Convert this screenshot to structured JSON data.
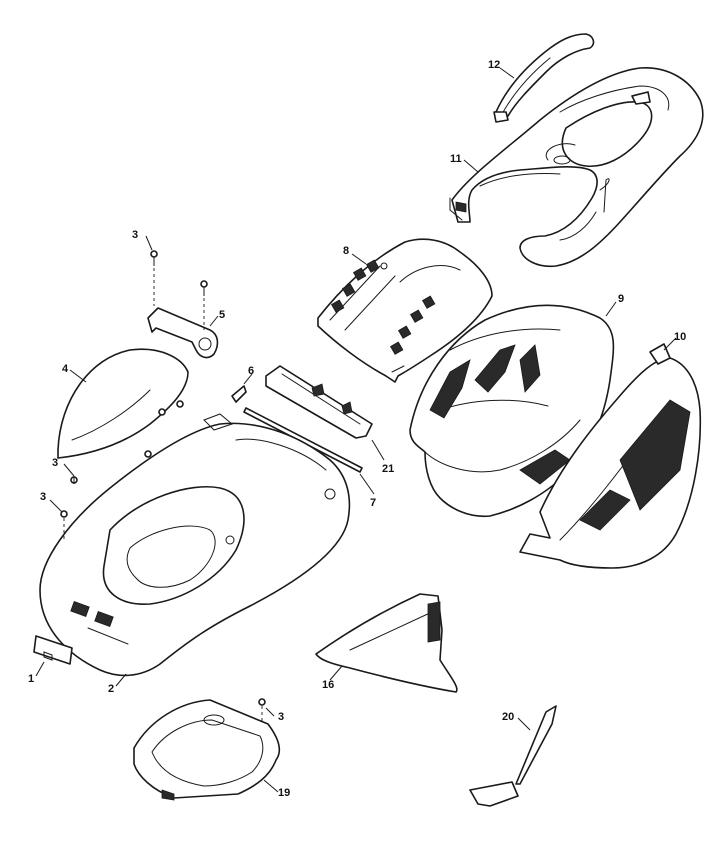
{
  "callouts": [
    {
      "id": "c1",
      "label": "1"
    },
    {
      "id": "c2",
      "label": "2"
    },
    {
      "id": "c3a",
      "label": "3"
    },
    {
      "id": "c3b",
      "label": "3"
    },
    {
      "id": "c3c",
      "label": "3"
    },
    {
      "id": "c3d",
      "label": "3"
    },
    {
      "id": "c4",
      "label": "4"
    },
    {
      "id": "c5",
      "label": "5"
    },
    {
      "id": "c6",
      "label": "6"
    },
    {
      "id": "c7",
      "label": "7"
    },
    {
      "id": "c8",
      "label": "8"
    },
    {
      "id": "c9",
      "label": "9"
    },
    {
      "id": "c10",
      "label": "10"
    },
    {
      "id": "c11",
      "label": "11"
    },
    {
      "id": "c12",
      "label": "12"
    },
    {
      "id": "c16",
      "label": "16"
    },
    {
      "id": "c19",
      "label": "19"
    },
    {
      "id": "c20",
      "label": "20"
    },
    {
      "id": "c21",
      "label": "21"
    }
  ],
  "colors": {
    "line": "#1a1a1a",
    "fill": "#ffffff",
    "background": "#ffffff"
  }
}
